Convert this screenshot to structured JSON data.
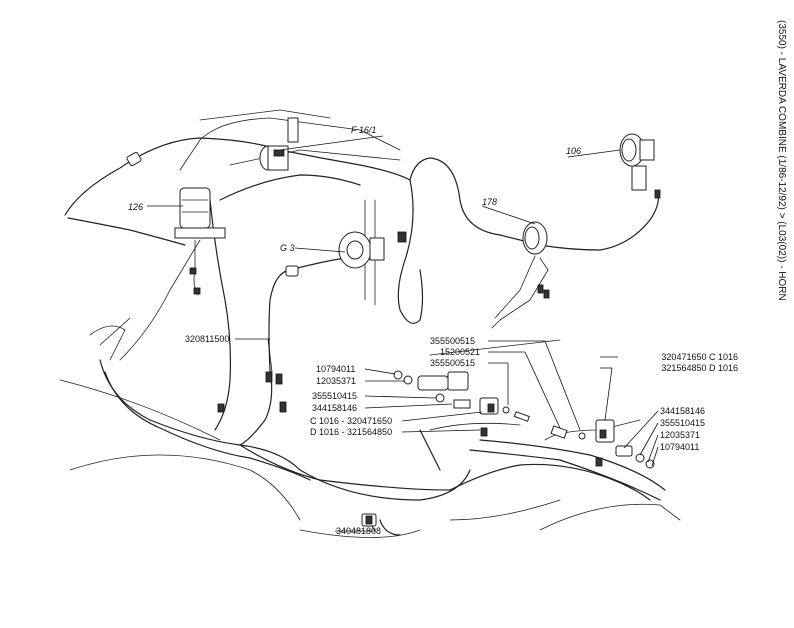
{
  "title": "(3550) - LAVERDA COMBINE (1/86-12/92) > (L03(02)) - HORN",
  "callouts": {
    "f16_1": "F 16/1",
    "p106": "106",
    "p126": "126",
    "p178": "178",
    "g3": "G 3",
    "p320811500": "320811500",
    "p355500515_a": "355500515",
    "p15200521": "15200521",
    "p355500515_b": "355500515",
    "p10794011_l": "10794011",
    "p12035371_l": "12035371",
    "p355510415_l": "355510415",
    "p344158146_l": "344158146",
    "c1016_l": "C 1016 - 320471650",
    "d1016_l": "D 1016 - 321564850",
    "c1016_r": "320471650 C 1016",
    "d1016_r": "321564850 D 1016",
    "p344158146_r": "344158146",
    "p355510415_r": "355510415",
    "p12035371_r": "12035371",
    "p10794011_r": "10794011",
    "p340481808": "340481808"
  }
}
